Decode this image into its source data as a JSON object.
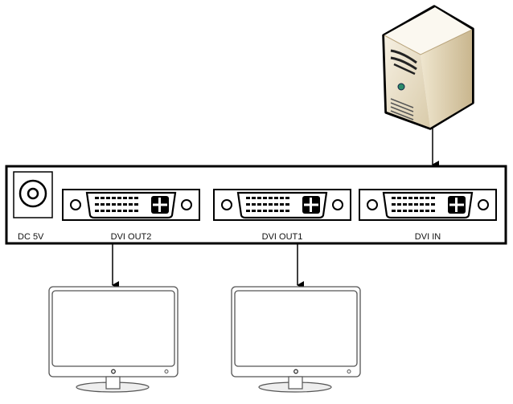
{
  "diagram": {
    "title": "DVI splitter connection diagram",
    "device": {
      "ports": [
        {
          "id": "dc",
          "label": "DC 5V"
        },
        {
          "id": "out2",
          "label": "DVI OUT2"
        },
        {
          "id": "out1",
          "label": "DVI OUT1"
        },
        {
          "id": "in",
          "label": "DVI IN"
        }
      ]
    },
    "nodes": [
      {
        "id": "pc",
        "type": "computer-tower"
      },
      {
        "id": "monitor1",
        "type": "monitor"
      },
      {
        "id": "monitor2",
        "type": "monitor"
      }
    ],
    "connections": [
      {
        "from": "pc",
        "to": "DVI IN"
      },
      {
        "from": "DVI OUT2",
        "to": "monitor1"
      },
      {
        "from": "DVI OUT1",
        "to": "monitor2"
      }
    ],
    "colors": {
      "stroke": "#000000",
      "tower_front": "#e9dfc8",
      "tower_side": "#d2c29f",
      "tower_led": "#2a8a6a"
    }
  }
}
